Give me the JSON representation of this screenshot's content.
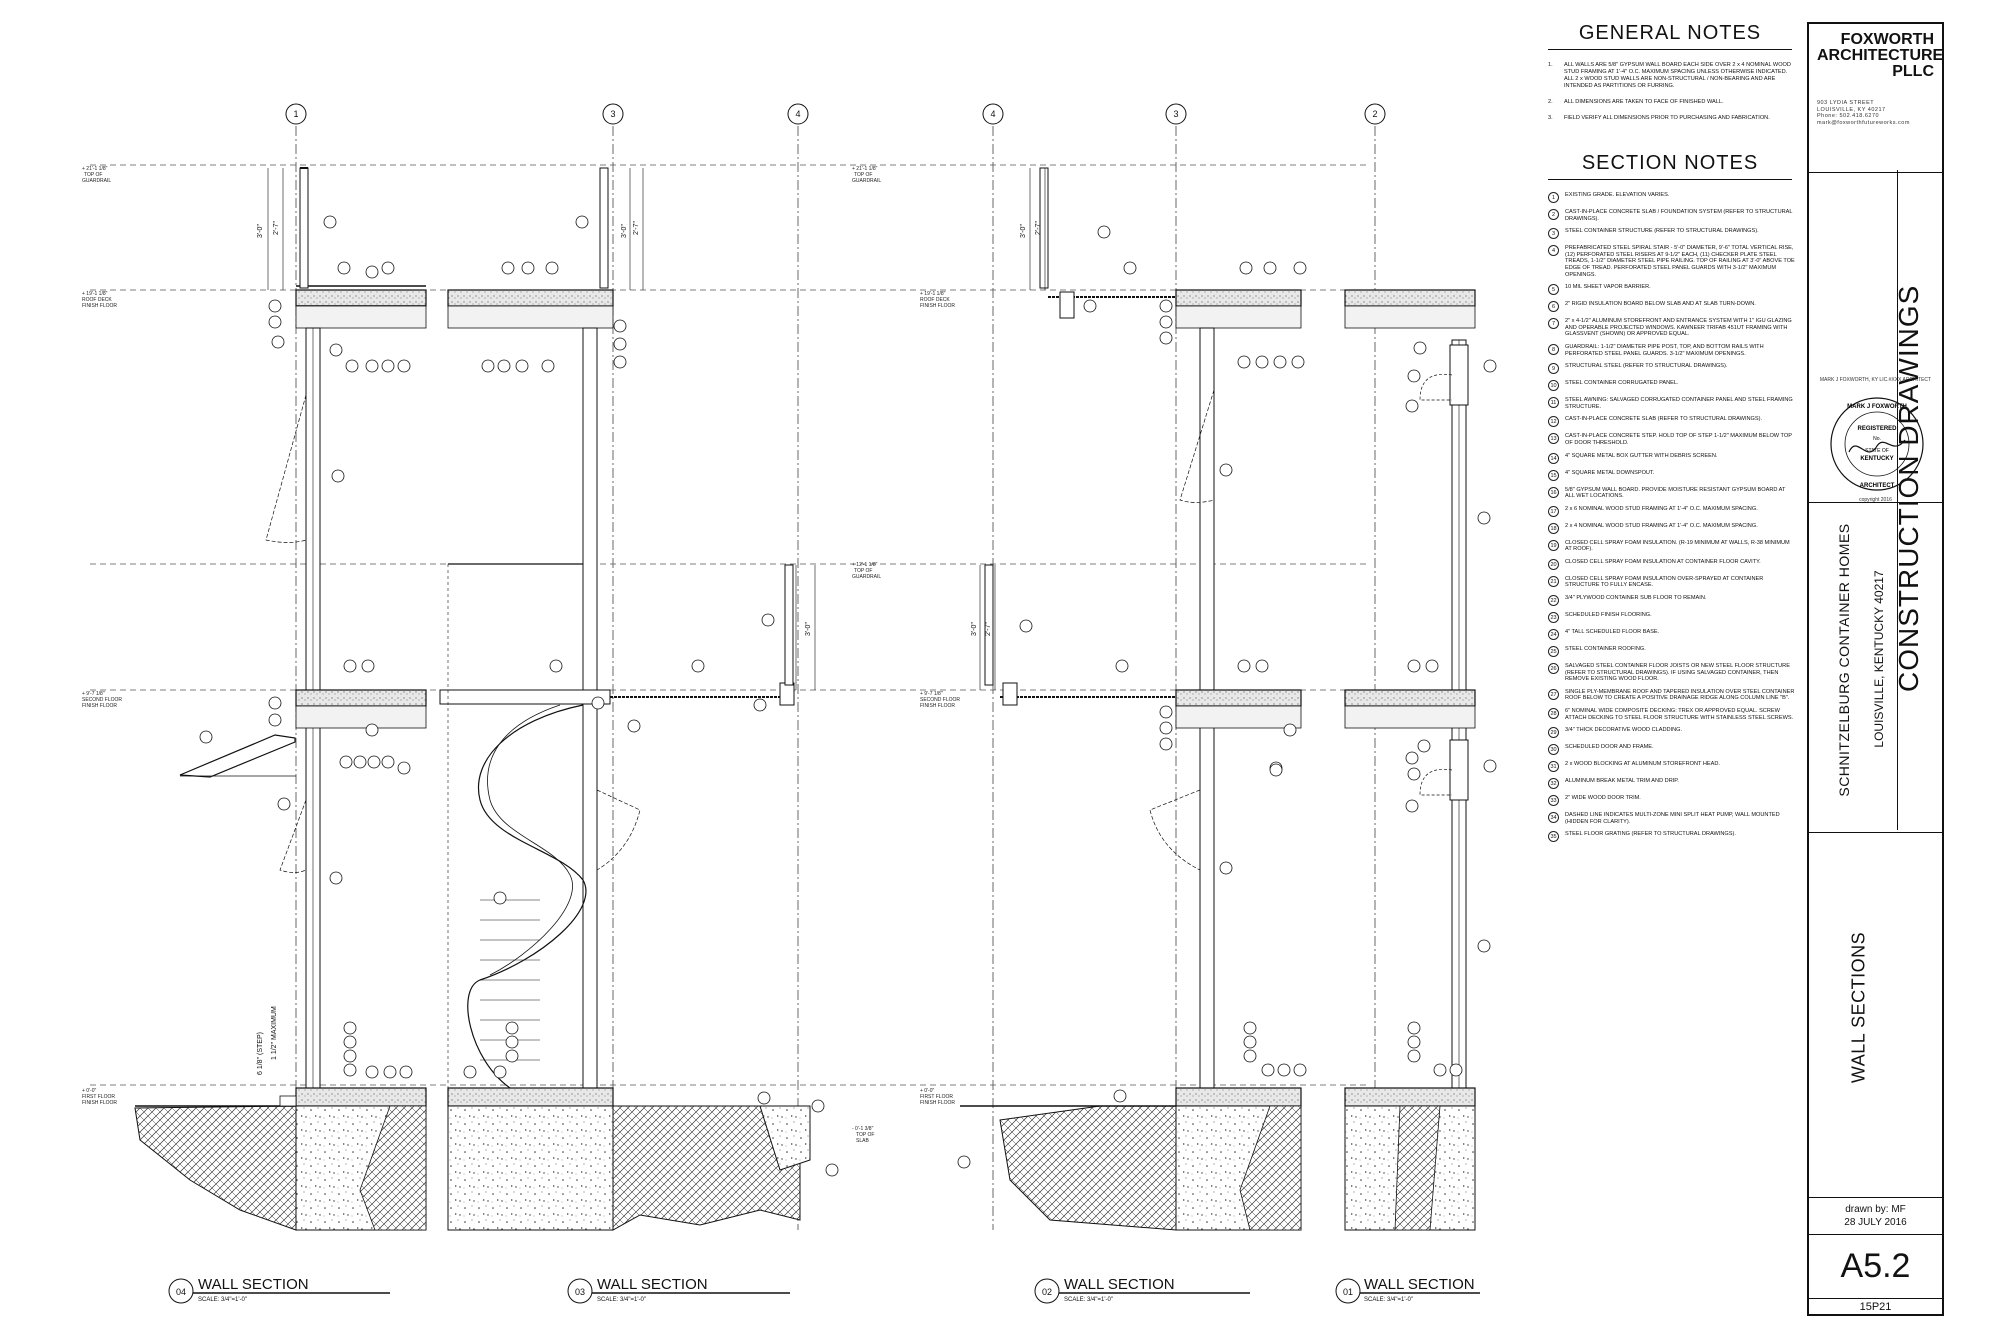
{
  "general_notes": {
    "title": "GENERAL NOTES",
    "items": [
      {
        "n": "1.",
        "text": "ALL WALLS ARE 5/8\" GYPSUM WALL BOARD EACH SIDE OVER 2 x 4 NOMINAL WOOD STUD FRAMING AT 1'-4\" O.C. MAXIMUM SPACING UNLESS OTHERWISE INDICATED. ALL 2 x WOOD STUD WALLS ARE NON-STRUCTURAL / NON-BEARING AND ARE INTENDED AS PARTITIONS OR FURRING."
      },
      {
        "n": "2.",
        "text": "ALL DIMENSIONS ARE TAKEN TO FACE OF FINISHED WALL."
      },
      {
        "n": "3.",
        "text": "FIELD VERIFY ALL DIMENSIONS PRIOR TO PURCHASING AND FABRICATION."
      }
    ]
  },
  "section_notes": {
    "title": "SECTION NOTES",
    "items": [
      {
        "n": "1",
        "text": "EXISTING GRADE. ELEVATION VARIES."
      },
      {
        "n": "2",
        "text": "CAST-IN-PLACE CONCRETE SLAB / FOUNDATION SYSTEM (REFER TO STRUCTURAL DRAWINGS)."
      },
      {
        "n": "3",
        "text": "STEEL CONTAINER STRUCTURE (REFER TO STRUCTURAL DRAWINGS)."
      },
      {
        "n": "4",
        "text": "PREFABRICATED STEEL SPIRAL STAIR - 5'-0\" DIAMETER, 9'-6\" TOTAL VERTICAL RISE, (12) PERFORATED STEEL RISERS AT 9-1/2\" EACH, (11) CHECKER PLATE STEEL TREADS, 1-1/2\" DIAMETER STEEL PIPE RAILING. TOP OF RAILING AT 3'-0\" ABOVE TOE EDGE OF TREAD. PERFORATED STEEL PANEL GUARDS WITH 3-1/2\" MAXIMUM OPENINGS."
      },
      {
        "n": "5",
        "text": "10 MIL SHEET VAPOR BARRIER."
      },
      {
        "n": "6",
        "text": "2\" RIGID INSULATION BOARD BELOW SLAB AND AT SLAB TURN-DOWN."
      },
      {
        "n": "7",
        "text": "2\" x 4-1/2\" ALUMINUM STOREFRONT AND ENTRANCE SYSTEM WITH 1\" IGU GLAZING AND OPERABLE PROJECTED WINDOWS. KAWNEER TRIFAB 451UT FRAMING WITH GLASSVENT (SHOWN) OR APPROVED EQUAL."
      },
      {
        "n": "8",
        "text": "GUARDRAIL: 1-1/2\" DIAMETER PIPE POST, TOP, AND BOTTOM RAILS WITH PERFORATED STEEL PANEL GUARDS. 3-1/2\" MAXIMUM OPENINGS."
      },
      {
        "n": "9",
        "text": "STRUCTURAL STEEL (REFER TO STRUCTURAL DRAWINGS)."
      },
      {
        "n": "10",
        "text": "STEEL CONTAINER CORRUGATED PANEL."
      },
      {
        "n": "11",
        "text": "STEEL AWNING: SALVAGED CORRUGATED CONTAINER PANEL AND STEEL FRAMING STRUCTURE."
      },
      {
        "n": "12",
        "text": "CAST-IN-PLACE CONCRETE SLAB (REFER TO STRUCTURAL DRAWINGS)."
      },
      {
        "n": "13",
        "text": "CAST-IN-PLACE CONCRETE STEP. HOLD TOP OF STEP 1-1/2\" MAXIMUM BELOW TOP OF DOOR THRESHOLD."
      },
      {
        "n": "14",
        "text": "4\" SQUARE METAL BOX GUTTER WITH DEBRIS SCREEN."
      },
      {
        "n": "15",
        "text": "4\" SQUARE METAL DOWNSPOUT."
      },
      {
        "n": "16",
        "text": "5/8\" GYPSUM WALL BOARD. PROVIDE MOISTURE RESISTANT GYPSUM BOARD AT ALL WET LOCATIONS."
      },
      {
        "n": "17",
        "text": "2 x 6 NOMINAL WOOD STUD FRAMING AT 1'-4\" O.C. MAXIMUM SPACING."
      },
      {
        "n": "18",
        "text": "2 x 4 NOMINAL WOOD STUD FRAMING AT 1'-4\" O.C. MAXIMUM SPACING."
      },
      {
        "n": "19",
        "text": "CLOSED CELL SPRAY FOAM INSULATION. (R-19 MINIMUM AT WALLS, R-38 MINIMUM AT ROOF)."
      },
      {
        "n": "20",
        "text": "CLOSED CELL SPRAY FOAM INSULATION AT CONTAINER FLOOR CAVITY."
      },
      {
        "n": "21",
        "text": "CLOSED CELL SPRAY FOAM INSULATION OVER-SPRAYED AT CONTAINER STRUCTURE TO FULLY ENCASE."
      },
      {
        "n": "22",
        "text": "3/4\" PLYWOOD CONTAINER SUB FLOOR TO REMAIN."
      },
      {
        "n": "23",
        "text": "SCHEDULED FINISH FLOORING."
      },
      {
        "n": "24",
        "text": "4\" TALL SCHEDULED FLOOR BASE."
      },
      {
        "n": "25",
        "text": "STEEL CONTAINER ROOFING."
      },
      {
        "n": "26",
        "text": "SALVAGED STEEL CONTAINER FLOOR JOISTS OR NEW STEEL FLOOR STRUCTURE (REFER TO STRUCTURAL DRAWINGS). IF USING SALVAGED CONTAINER, THEN REMOVE EXISTING WOOD FLOOR."
      },
      {
        "n": "27",
        "text": "SINGLE PLY-MEMBRANE ROOF AND TAPERED INSULATION OVER STEEL CONTAINER ROOF BELOW TO CREATE A POSITIVE DRAINAGE RIDGE ALONG COLUMN LINE \"B\"."
      },
      {
        "n": "28",
        "text": "6\" NOMINAL WIDE COMPOSITE DECKING: TREX OR APPROVED EQUAL. SCREW ATTACH DECKING TO STEEL FLOOR STRUCTURE WITH STAINLESS STEEL SCREWS."
      },
      {
        "n": "29",
        "text": "3/4\" THICK DECORATIVE WOOD CLADDING."
      },
      {
        "n": "30",
        "text": "SCHEDULED DOOR AND FRAME."
      },
      {
        "n": "31",
        "text": "2 x WOOD BLOCKING AT ALUMINUM STOREFRONT HEAD."
      },
      {
        "n": "32",
        "text": "ALUMINUM BREAK METAL TRIM AND DRIP."
      },
      {
        "n": "33",
        "text": "2\" WIDE WOOD DOOR TRIM."
      },
      {
        "n": "34",
        "text": "DASHED LINE INDICATES MULTI-ZONE MINI SPLIT HEAT PUMP, WALL MOUNTED (HIDDEN FOR CLARITY)."
      },
      {
        "n": "35",
        "text": "STEEL FLOOR GRATING (REFER TO STRUCTURAL DRAWINGS)."
      }
    ]
  },
  "title_block": {
    "firm": [
      "FOXWORTH",
      "ARCHITECTURE",
      "PLLC"
    ],
    "address": [
      "903 LYDIA STREET",
      "LOUISVILLE, KY 40217",
      "Phone: 502.418.6270",
      "mark@foxworthfutureworks.com"
    ],
    "seal_top": "MARK J FOXWORTH",
    "seal_caption": "MARK J FOXWORTH, KY LIC.#XXX ARCHITECT",
    "seal_lines": [
      "REGISTERED",
      "No.",
      "STATE OF",
      "KENTUCKY",
      "ARCHITECT"
    ],
    "copyright": "copyright 2016",
    "project_name": "SCHNITZELBURG CONTAINER HOMES",
    "project_location": "LOUISVILLE, KENTUCKY 40217",
    "drawing_set": "CONSTRUCTION DRAWINGS",
    "sheet_title": "WALL SECTIONS",
    "drawn_by": "drawn by: MF",
    "date": "28 JULY 2016",
    "sheet_number": "A5.2",
    "project_number": "15P21"
  },
  "sections": [
    {
      "num": "04",
      "title": "WALL SECTION",
      "scale": "SCALE: 3/4\"=1'-0\""
    },
    {
      "num": "03",
      "title": "WALL SECTION",
      "scale": "SCALE: 3/4\"=1'-0\""
    },
    {
      "num": "02",
      "title": "WALL SECTION",
      "scale": "SCALE: 3/4\"=1'-0\""
    },
    {
      "num": "01",
      "title": "WALL SECTION",
      "scale": "SCALE: 3/4\"=1'-0\""
    }
  ],
  "grid_lines": [
    "1",
    "3",
    "4",
    "4",
    "3",
    "2"
  ],
  "dimensions": [
    "3'-0\"",
    "2'-7\"",
    "1 1/2\" MAXIMUM",
    "6 1/8\" (STEP)"
  ],
  "level_markers": {
    "top_of_guardrail": [
      "+ 21'-1 1/8\"",
      "TOP OF",
      "GUARDRAIL"
    ],
    "roof_deck": [
      "+ 19'-1 1/8\"",
      "ROOF DECK",
      "FINISH FLOOR"
    ],
    "top_of_guardrail_2": [
      "+ 12'-1 1/8\"",
      "TOP OF",
      "GUARDRAIL"
    ],
    "second_floor": [
      "+ 9'-7 1/8\"",
      "SECOND FLOOR",
      "FINISH FLOOR"
    ],
    "first_floor": [
      "+ 0'-0\"",
      "FIRST FLOOR",
      "FINISH FLOOR"
    ],
    "top_of_slab": [
      "- 0'-1 3/8\"",
      "TOP OF",
      "SLAB"
    ]
  }
}
